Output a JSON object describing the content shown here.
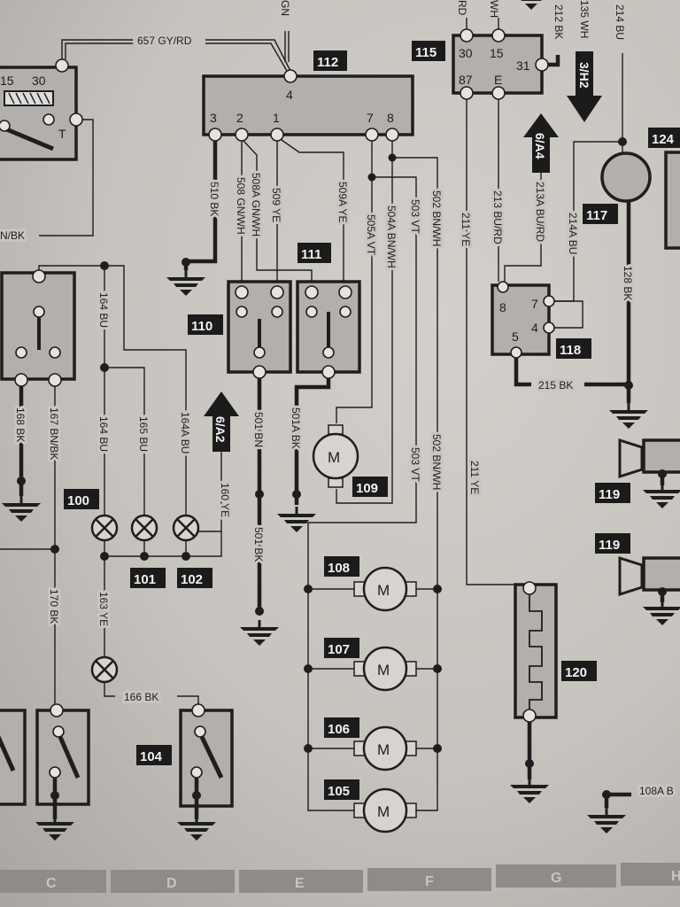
{
  "components": {
    "c100": "100",
    "c101": "101",
    "c102": "102",
    "c104": "104",
    "c105": "105",
    "c106": "106",
    "c107": "107",
    "c108": "108",
    "c109": "109",
    "c110": "110",
    "c111": "111",
    "c112": "112",
    "c115": "115",
    "c117": "117",
    "c118": "118",
    "c119a": "119",
    "c119b": "119",
    "c120": "120",
    "c124": "124"
  },
  "pins": {
    "gauge_15": "15",
    "gauge_30": "30",
    "gauge_t": "T",
    "m112_4": "4",
    "m112_3": "3",
    "m112_2": "2",
    "m112_1": "1",
    "m112_7": "7",
    "m112_8": "8",
    "r115_30": "30",
    "r115_15": "15",
    "r115_31": "31",
    "r115_87": "87",
    "r115_e": "E",
    "s118_8": "8",
    "s118_7": "7",
    "s118_4": "4",
    "s118_5": "5"
  },
  "wires": {
    "w657": "657 GY/RD",
    "wgn": "GN",
    "wnbk": "N/BK",
    "wrd": "RD",
    "wwh": "WH",
    "w212": "212 BK",
    "w135": "135 WH",
    "w214": "214 BU",
    "w510": "510 BK",
    "w508": "508 GN/WH",
    "w508a": "508A GN/WH",
    "w509": "509 YE",
    "w509a": "509A YE",
    "w505a": "505A VT",
    "w504a": "504A BN/WH",
    "w503": "503 VT",
    "w502": "502 BN/WH",
    "w211": "211 YE",
    "w213": "213 BU/RD",
    "w213a": "213A BU/RD",
    "w214a": "214A BU",
    "w128": "128 BK",
    "w215": "215 BK",
    "w164": "164 BU",
    "w164b": "164 BU",
    "w165": "165 BU",
    "w164a": "164A BU",
    "w168": "168 BK",
    "w167": "167 BN/BK",
    "w170": "170 BK",
    "w163": "163 YE",
    "w166": "166 BK",
    "w160": "160 YE",
    "w501": "501 BN",
    "w501bk": "501 BK",
    "w501a": "501A BK",
    "w502b": "502 BN/WH",
    "w503b": "503 VT",
    "w211b": "211 YE",
    "w108a": "108A B"
  },
  "references": {
    "ref_3h2": "3/H2",
    "ref_6a4": "6/A4",
    "ref_6a2": "6/A2"
  },
  "symbols": {
    "motor": "M"
  },
  "grid_columns": [
    "C",
    "D",
    "E",
    "F",
    "G",
    "H"
  ]
}
